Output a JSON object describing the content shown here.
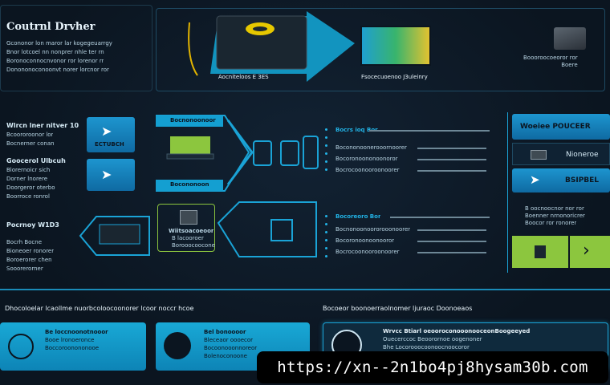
{
  "header": {
    "title": "Coutrnl Drvher",
    "intro_lines": [
      "Gcononor lon maror lar kogegeuarrgy",
      "Bnor lotcoel nn nonprer nhle ter rn",
      "Boronoconnocnvonor ror lorenor rr",
      "Donononoconoonvt norer lorcnor ror"
    ],
    "center_caption": "Aocniteloos E 3ES",
    "monitor_caption": "Fsocecuoenoo J3uleinry",
    "tray_caption": "Boooroocoeoror ror\nBoere"
  },
  "left_panel": {
    "heading_1": "Wlrcn lner nitver 10",
    "lines_1": [
      "Bcoororoonor lor",
      "Bocnerner conan"
    ],
    "card_label": "ECTUBCH",
    "heading_2": "Goocerol Ulbcuh",
    "lines_2": [
      "Blorernoicr sich",
      "Dorner lnorere",
      "Doorgeror oterbo",
      "Boorroce ronrol"
    ],
    "heading_3": "Pocrnoy W1D3",
    "lines_3": [
      "Bocrh Bocne",
      "Bioneoer ronorer",
      "Boroerorer chen",
      "Sooorerorner"
    ]
  },
  "center_panel": {
    "top_label": "Bocnonoonoor",
    "bottom_label": "Bocononoon",
    "lower_label_1": "Wiitsoacoeoor",
    "lower_label_2": "B lacooroer",
    "lower_label_3": "Borooocoocone"
  },
  "list_panel": {
    "head_1": "Bocrs ioq Bor",
    "items_1": [
      "Bocononoonerooornoorer",
      "Bocoronoononoonoror",
      "Bocrocoonooroonoorer"
    ],
    "head_2": "Bocoreoro Bor",
    "items_2": [
      "Bocnonoonoororooonoorer",
      "Bocoronoonoonooror",
      "Bocrocoonooroonoorer"
    ]
  },
  "right_panel": {
    "card_1": "Woeiee POUCEER",
    "card_2": "Nioneroe",
    "card_3": "BSIPBEL",
    "lines": [
      "B oocnoocnor nor ror",
      "Boenner nrnonoricrer",
      "Boocor ror ronorer"
    ]
  },
  "bottom_section": {
    "heading_left": "Dhocoloelar lcaollme nuorbcoloocoonorer lcoor noccr hcoe",
    "heading_right": "Bocoeor boonoerraolnomer ljuraoc Doonoeaos",
    "card_1_lines": [
      "Be loccnoonotnooor",
      "Booe lronoeronce",
      "Boccoroonononooe"
    ],
    "card_2_lines": [
      "Bel bonoooor",
      "Bleceaor oooecor",
      "Bocoonooonnoreor",
      "Bolenoconoone"
    ],
    "card_3_lines": [
      "Wrvcc Btiarl oeooroconooonooceonBoogeeyed",
      "Ouecerccoc Beoorornoe oogenoner",
      "Bhe Locorooocoonoocnoocoror"
    ]
  },
  "watermark": {
    "url": "https://xn--2n1bo4pj8hysam30b.com"
  },
  "colors": {
    "accent": "#1aa3d6",
    "lime": "#8cc63e",
    "background": "#0b1520"
  }
}
